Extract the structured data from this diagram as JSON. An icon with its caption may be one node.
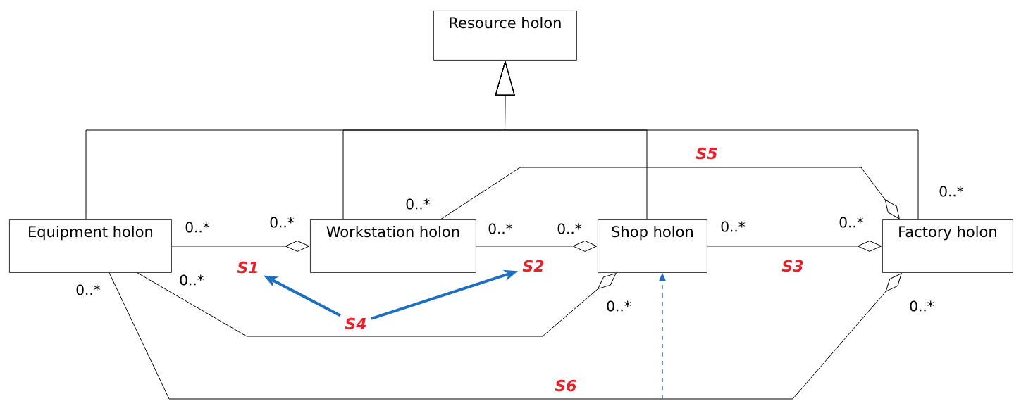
{
  "diagram": {
    "nodes": [
      {
        "text": [
          "Resource holon"
        ]
      },
      {
        "text": [
          "Equipment holon"
        ]
      },
      {
        "text": [
          "Workstation holon"
        ]
      },
      {
        "text": [
          "Shop holon"
        ]
      },
      {
        "text": [
          "Factory holon"
        ]
      },
      {
        "text": [
          "S1"
        ]
      },
      {
        "text": [
          "S2"
        ]
      },
      {
        "text": [
          "S4"
        ]
      }
    ],
    "edges": [
      {
        "from": 1,
        "to": 0,
        "arrow": "to"
      },
      {
        "from": 2,
        "to": 0,
        "arrow": "to"
      },
      {
        "from": 3,
        "to": 0,
        "arrow": "to"
      },
      {
        "from": 4,
        "to": 0,
        "arrow": "to"
      },
      {
        "from": 1,
        "to": 2,
        "arrow": "other"
      },
      {
        "from": 2,
        "to": 3,
        "arrow": "other"
      },
      {
        "from": 3,
        "to": 4,
        "arrow": "other",
        "label": "S3"
      },
      {
        "from": 2,
        "to": 4,
        "arrow": "other",
        "label": "S5"
      },
      {
        "from": 1,
        "to": 3,
        "arrow": "other"
      },
      {
        "from": 1,
        "to": 4,
        "arrow": "other",
        "label": "S6"
      },
      {
        "from": 7,
        "to": 5,
        "arrow": "to",
        "style": "thick",
        "color": "#1f6fc0"
      },
      {
        "from": 7,
        "to": 6,
        "arrow": "to",
        "style": "thick",
        "color": "#1f6fc0"
      },
      {
        "from": null,
        "to": 3,
        "arrow": "to",
        "style": "dashed",
        "color": "#1f6fc0"
      }
    ],
    "labels": [
      "0..*",
      "0..*",
      "0..*",
      "0..*",
      "0..*",
      "0..*",
      "0..*",
      "0..*",
      "0..*",
      "0..*",
      "0..*",
      "0..*"
    ]
  }
}
